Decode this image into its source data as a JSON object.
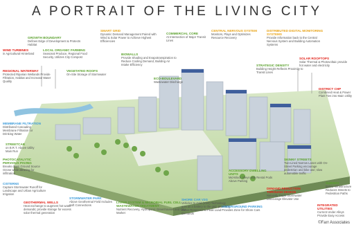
{
  "title": "A PORTRAIT OF THE LIVING CITY",
  "credit": "©Farr Associates",
  "labels": [
    {
      "id": "growth-boundary",
      "heading": "GROWTH BOUNDARY",
      "text": "Defines Edge of Development & Protects Habitat",
      "color": "#5aa02c"
    },
    {
      "id": "smart-grid",
      "heading": "SMART GRID",
      "text": "Dynamic Demand Management Paired with Wind & Solar Power to Achieve Highest Efficiencies",
      "color": "#e8a317"
    },
    {
      "id": "commercial-core",
      "heading": "COMMERCIAL CORE",
      "text": "At Intersection of Major Transit Lines",
      "color": "#5aa02c"
    },
    {
      "id": "central-nervous-system",
      "heading": "CENTRAL NERVOUS SYSTEM",
      "text": "Monitors, Plays and Optimizes Resource Recovery",
      "color": "#e8a317"
    },
    {
      "id": "distributed-digital",
      "heading": "DISTRIBUTED DIGITAL MONITORING SYSTEMS",
      "text": "Provide Information back to the Central Nervous System and Building Automation Systems",
      "color": "#e8a317"
    },
    {
      "id": "wind-turbines",
      "heading": "WIND TURBINES",
      "text": "in Agricultural Hinterland",
      "color": "#e2231a"
    },
    {
      "id": "local-organic-farming",
      "heading": "LOCAL ORGANIC FARMING",
      "text": "Seasonal Produce, Regional Food Security, Utilizes City Compost",
      "color": "#5aa02c"
    },
    {
      "id": "biowalls",
      "heading": "BIOWALLS",
      "text": "Provide Shading and Evapotranspiration to Reduce Cooling Demand, Building Air Intake Efficiency",
      "color": "#5aa02c"
    },
    {
      "id": "regional-waterway",
      "heading": "REGIONAL WATERWAY",
      "text": "Protected Riparian Wetlands Provide Filtration, Habitat and Increase Water Quality",
      "color": "#e2231a"
    },
    {
      "id": "vegetated-roofs",
      "heading": "VEGETATED ROOFS",
      "text": "On-Site Storage of Stormwater",
      "color": "#5aa02c"
    },
    {
      "id": "eco-boulevard",
      "heading": "ECO-BOULEVARD",
      "text": "Wastewater Discharge",
      "color": "#5aa02c"
    },
    {
      "id": "solar-rooftops",
      "heading": "SOLAR ROOFTOPS",
      "text": "Solar Thermal & Photovoltaic provide hot water and electricity",
      "color": "#e2231a"
    },
    {
      "id": "strategic-density",
      "heading": "STRATEGIC DENSITY",
      "text": "Building Height Reflects Proximity to Transit Lines",
      "color": "#5aa02c"
    },
    {
      "id": "district-chp",
      "heading": "DISTRICT CHP",
      "text": "Combined Heat & Power Plant Ties into Main Utility",
      "color": "#e2231a"
    },
    {
      "id": "membrane-filtration",
      "heading": "MEMBRANE FILTRATION",
      "text": "Distributed Cascading Membrane Filtration for Drinking Water",
      "color": "#3a9ad9"
    },
    {
      "id": "streetcar",
      "heading": "STREETCAR",
      "text": "on B.R.T. Above Utility Main Run",
      "color": "#5aa02c"
    },
    {
      "id": "photocatalytic",
      "heading": "PHOTOCATALYTIC PERVIOUS PAVING",
      "text": "Breaks down Ground Source Ozone while allowing for infiltration",
      "color": "#5aa02c"
    },
    {
      "id": "cisterns",
      "heading": "CISTERNS",
      "text": "Capture Stormwater Runoff for Landscape and Urban Agriculture Irrigation",
      "color": "#3a9ad9"
    },
    {
      "id": "geothermal-wells",
      "heading": "GEOTHERMAL WELLS",
      "text": "Heat exchange to augment hot water demands; provide storage for excess solar thermal generation",
      "color": "#e2231a"
    },
    {
      "id": "stormwater-park",
      "heading": "STORMWATER PARK",
      "text": "Above Geothermal Field Includes Soft Connections",
      "color": "#3a9ad9"
    },
    {
      "id": "living-system",
      "heading": "LIVING SYSTEM & MICROBIAL FUEL CELL WASTEWATER TREATMENT",
      "text": "Nutrient Recovery, Hydroponic Greenhouses and City Market",
      "color": "#5aa02c"
    },
    {
      "id": "shore-car-vss",
      "heading": "SHORE CAR V2G",
      "text": "Vehicles to Grid (V2G) Technology acts as a battery to the grid, providing Better Response to Peak Load Demands",
      "color": "#3a9ad9"
    },
    {
      "id": "accessory-units",
      "heading": "ACCESSORY DWELLING UNITS",
      "text": "Mid-Block Alleys with Rental Pods Above Parking",
      "color": "#5aa02c"
    },
    {
      "id": "underground-parking",
      "heading": "UNDERGROUND PARKING",
      "text": "Provides Zone for Shore Cars",
      "color": "#3a9ad9"
    },
    {
      "id": "skinny-streets",
      "heading": "SKINNY STREETS",
      "text": "Two-Lined Narrow Lanes with On-Street Parking encourage pedestrian and bike use; slow automobile traffic",
      "color": "#5aa02c"
    },
    {
      "id": "demand-reduction",
      "heading": "DEMAND REDUCTION THROUGH DESIGN",
      "text": "Naturally Daylit Stormwater Discourage Elevator Use",
      "color": "#e2231a"
    },
    {
      "id": "subway",
      "heading": "SUBWAY",
      "text": "Below Infrastructure Reduces Streets to Pedestrian Paths",
      "color": "#5aa02c"
    },
    {
      "id": "integrated-utilities",
      "heading": "INTEGRATED UTILITIES",
      "text": "Current Under Alleys Provide Easy Access",
      "color": "#e2231a"
    }
  ]
}
